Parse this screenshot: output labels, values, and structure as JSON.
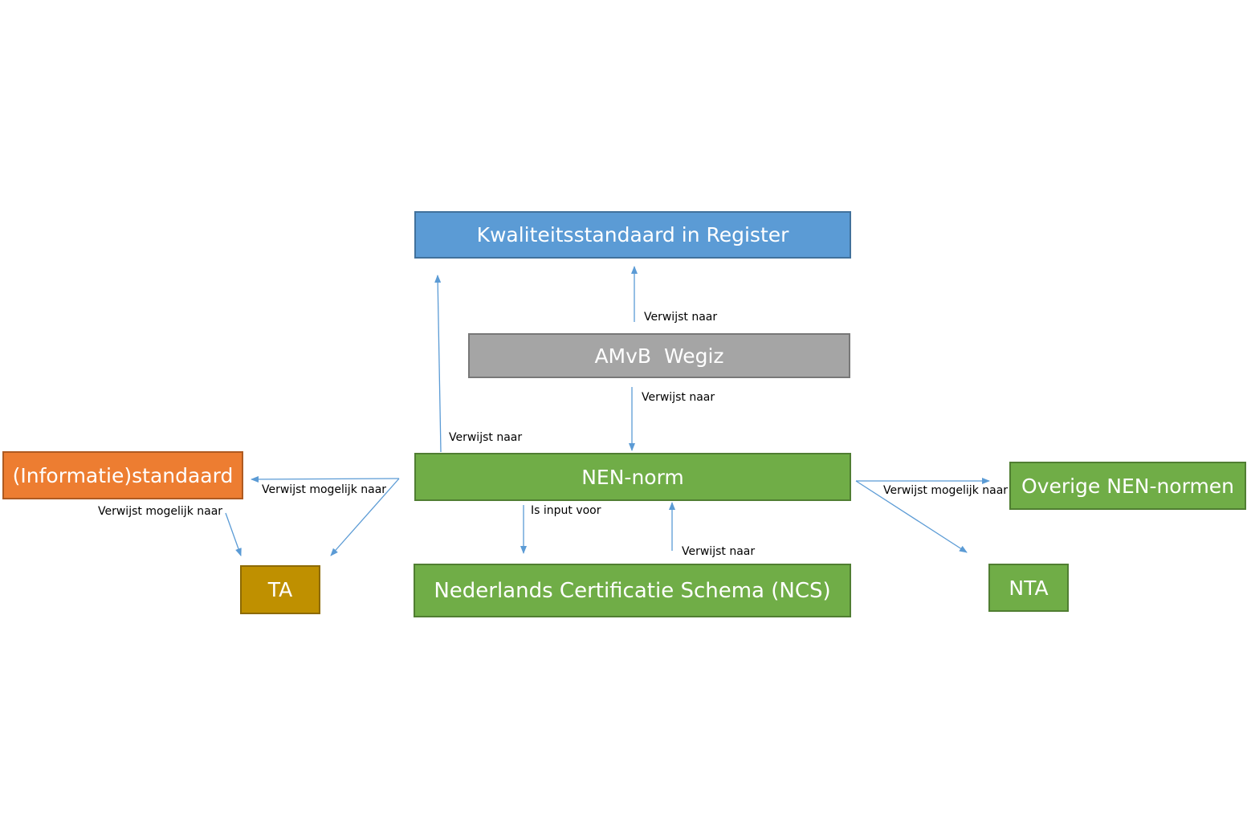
{
  "boxes": {
    "register": {
      "label": "Kwaliteitsstandaard in Register",
      "fill": "#5b9bd5",
      "stroke": "#41719c"
    },
    "amvb": {
      "label": "AMvB  Wegiz",
      "fill": "#a5a5a5",
      "stroke": "#787878"
    },
    "nen": {
      "label": "NEN-norm",
      "fill": "#70ad47",
      "stroke": "#507e32"
    },
    "ncs": {
      "label": "Nederlands Certificatie Schema (NCS)",
      "fill": "#70ad47",
      "stroke": "#507e32"
    },
    "info": {
      "label": "(Informatie)standaard",
      "fill": "#ed7d31",
      "stroke": "#ae5a21"
    },
    "ta": {
      "label": "TA",
      "fill": "#bf9000",
      "stroke": "#8c6a00"
    },
    "overige": {
      "label": "Overige NEN-normen",
      "fill": "#70ad47",
      "stroke": "#507e32"
    },
    "nta": {
      "label": "NTA",
      "fill": "#70ad47",
      "stroke": "#507e32"
    }
  },
  "edge_labels": {
    "amvb_to_register": "Verwijst naar",
    "nen_to_amvb": "Verwijst naar",
    "nen_to_register": "Verwijst naar",
    "nen_to_info": "Verwijst mogelijk naar",
    "info_to_ta": "Verwijst mogelijk naar",
    "nen_to_ncs": "Is input voor",
    "ncs_to_nen": "Verwijst naar",
    "nen_to_overige": "Verwijst mogelijk naar"
  },
  "edge_color": "#5b9bd5"
}
